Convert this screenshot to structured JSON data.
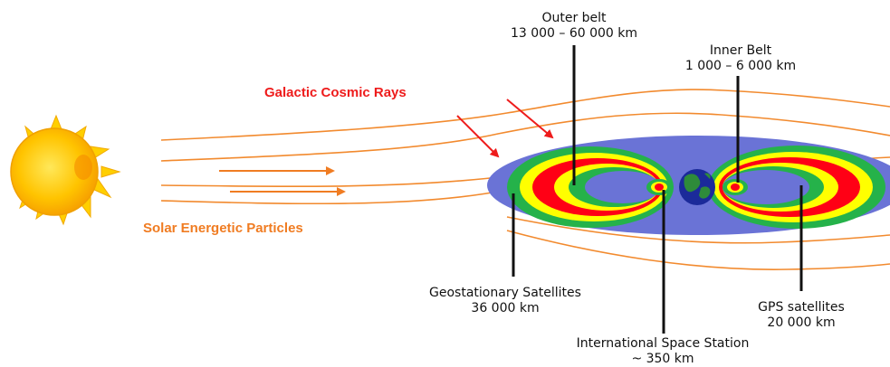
{
  "labels": {
    "outer_belt": {
      "title": "Outer belt",
      "distance": "13 000 – 60 000 km"
    },
    "inner_belt": {
      "title": "Inner Belt",
      "distance": "1 000 – 6 000 km"
    },
    "cosmic_rays": "Galactic Cosmic Rays",
    "solar_particles": "Solar Energetic Particles",
    "geostationary": {
      "title": "Geostationary Satellites",
      "distance": "36 000 km"
    },
    "gps": {
      "title": "GPS satellites",
      "distance": "20 000 km"
    },
    "iss": {
      "title": "International Space Station",
      "distance": "~ 350 km"
    }
  },
  "colors": {
    "field_lines": "#f28a2e",
    "cosmic_rays": "#ee1c1c",
    "solar_particles": "#f07c22",
    "outer_region": "#6a73d6",
    "belt_green": "#25b24a",
    "belt_yellow": "#ffff00",
    "belt_red": "#ff0015",
    "inner_blue": "#2f3fd0",
    "sun": "#ffd400"
  },
  "icons": [
    "sun-icon",
    "earth-icon"
  ]
}
